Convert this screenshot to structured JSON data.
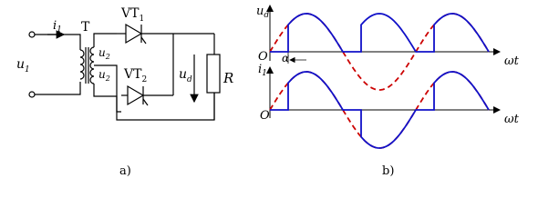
{
  "circuit": {
    "i1": "i",
    "i1_sub": "1",
    "transformer": "T",
    "u1": "u",
    "u1_sub": "1",
    "u2a": "u",
    "u2a_sub": "2",
    "u2b": "u",
    "u2b_sub": "2",
    "vt1": "VT",
    "vt1_sub": "1",
    "vt2": "VT",
    "vt2_sub": "2",
    "ud": "u",
    "ud_sub": "d",
    "load": "R"
  },
  "waveforms": {
    "top_axis_label": "u",
    "top_axis_sub": "d",
    "bottom_axis_label": "i",
    "bottom_axis_sub": "1",
    "x_axis_label": "ωt",
    "origin": "O",
    "alpha": "α"
  },
  "captions": {
    "a": "a)",
    "b": "b)"
  },
  "colors": {
    "output": "#1010c8",
    "reference": "#cc0000",
    "ink": "#000000"
  }
}
